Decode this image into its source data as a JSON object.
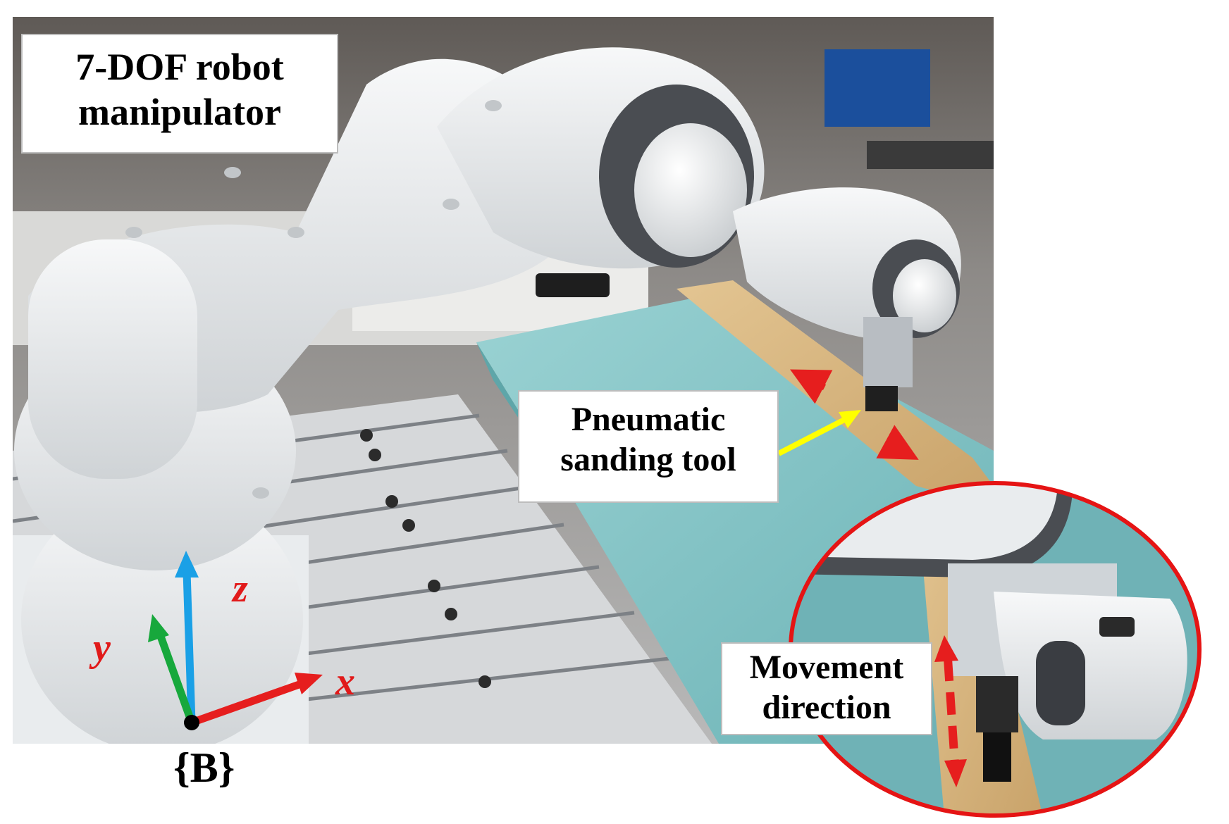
{
  "labels": {
    "robot_line1": "7-DOF robot",
    "robot_line2": "manipulator",
    "tool_line1": "Pneumatic",
    "tool_line2": "sanding tool",
    "move_line1": "Movement",
    "move_line2": "direction"
  },
  "axes": {
    "x": "x",
    "y": "y",
    "z": "z",
    "frame": "{B}"
  },
  "colors": {
    "x_axis": "#e61e1e",
    "y_axis": "#17a83c",
    "z_axis": "#1aa0e6",
    "pointer": "#ffff00",
    "zoom_ring": "#e51414",
    "foam": "#7fc4c6",
    "wood": "#d9b782",
    "robot": "#eceeef",
    "robot_dark": "#4a4d52"
  }
}
